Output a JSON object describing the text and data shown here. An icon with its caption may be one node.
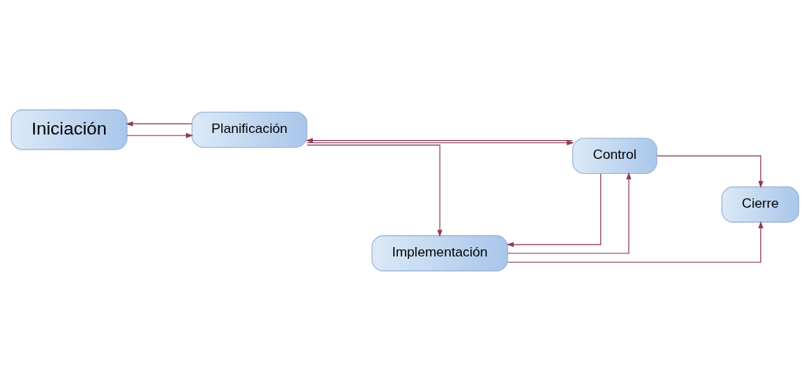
{
  "diagram": {
    "nodes": [
      {
        "text": [
          "Iniciación"
        ]
      },
      {
        "text": [
          "Planificación"
        ]
      },
      {
        "text": [
          "Control"
        ]
      },
      {
        "text": [
          "Cierre"
        ]
      },
      {
        "text": [
          "Implementación"
        ]
      }
    ],
    "edges": [
      {
        "from": 0,
        "to": 1,
        "arrow": "to"
      },
      {
        "from": 1,
        "to": 0,
        "arrow": "to"
      },
      {
        "from": 2,
        "to": 1,
        "arrow": "to"
      },
      {
        "from": 1,
        "to": 2,
        "arrow": "to"
      },
      {
        "from": 2,
        "to": 4,
        "arrow": "to"
      },
      {
        "from": 4,
        "to": 2,
        "arrow": "to"
      },
      {
        "from": 2,
        "to": 3,
        "arrow": "to"
      },
      {
        "from": 1,
        "to": 4,
        "arrow": "to"
      },
      {
        "from": 4,
        "to": 3,
        "arrow": "to"
      }
    ]
  }
}
